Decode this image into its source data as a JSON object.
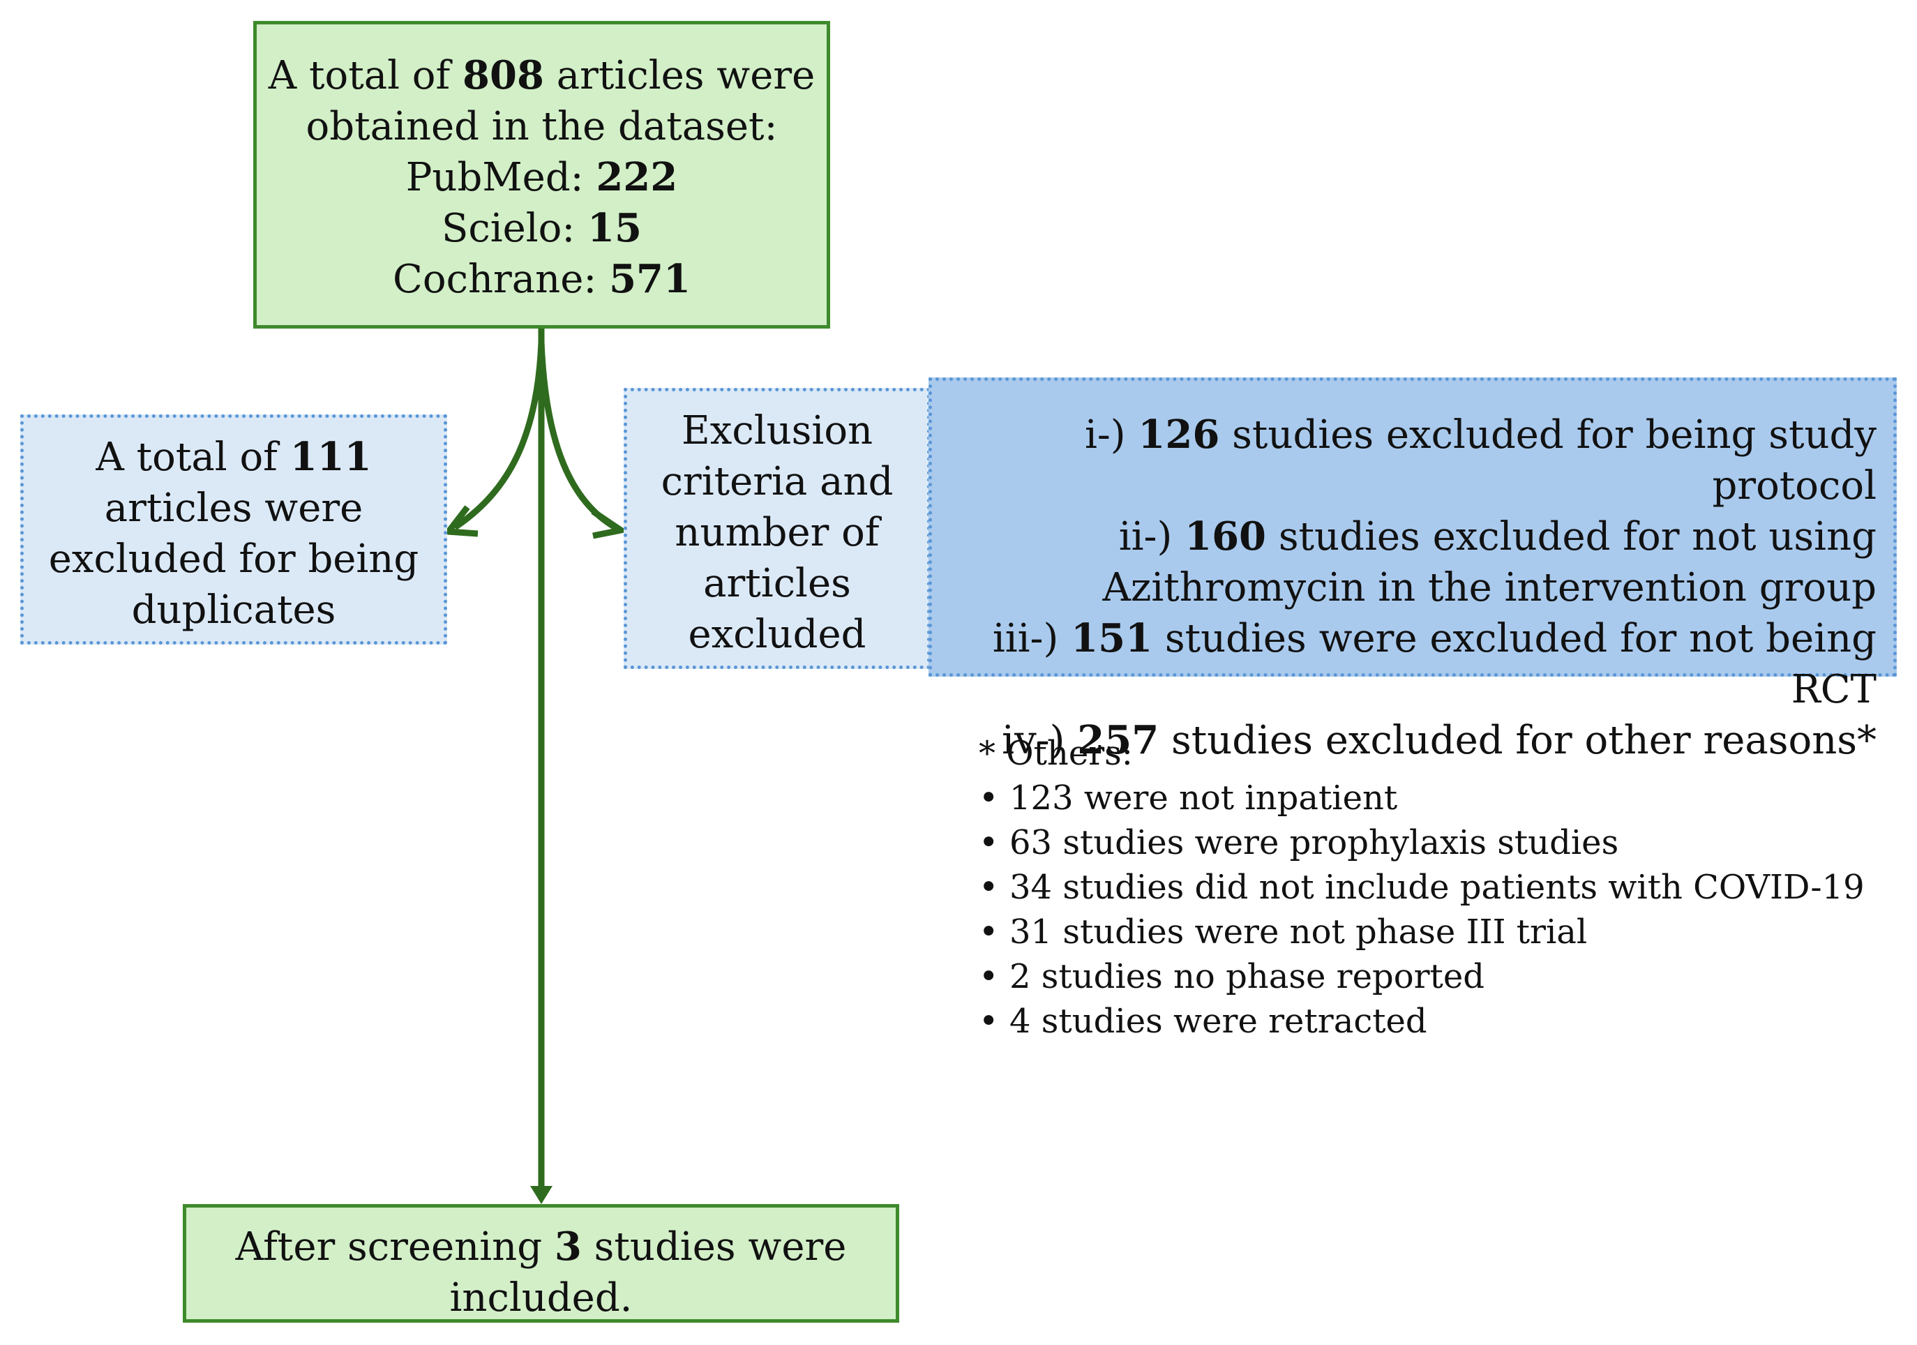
{
  "colors": {
    "arrow": "#2f6b1e",
    "green_fill": "#d2efc7",
    "green_border": "#3e8a2c",
    "light_blue_fill": "#dbe9f7",
    "blue_fill": "#a9caed",
    "blue_border": "#5a96d6"
  },
  "top_box": {
    "l1_pre": "A total of ",
    "l1_num": "808",
    "l1_post": " articles were",
    "l2": "obtained in the dataset:",
    "pubmed_label": "PubMed: ",
    "pubmed_num": "222",
    "scielo_label": "Scielo: ",
    "scielo_num": "15",
    "cochrane_label": "Cochrane: ",
    "cochrane_num": "571"
  },
  "duplicates_box": {
    "l1_pre": "A total of ",
    "l1_num": "111",
    "l2": "articles were",
    "l3": "excluded for being",
    "l4": "duplicates"
  },
  "criteria_box": {
    "lines": [
      "Exclusion",
      "criteria and",
      "number of",
      "articles",
      "excluded"
    ]
  },
  "reasons_box": {
    "r1_prefix": "i-) ",
    "r1_num": "126",
    "r1_text": " studies excluded for being study protocol",
    "r2_prefix": "ii-) ",
    "r2_num": "160",
    "r2_text": " studies excluded for not using",
    "r2_cont": "Azithromycin in the intervention group",
    "r3_prefix": "iii-) ",
    "r3_num": "151",
    "r3_text": " studies were excluded for not being RCT",
    "r4_prefix": "iv-) ",
    "r4_num": "257",
    "r4_text": " studies excluded for other reasons*"
  },
  "others_note": {
    "title": "* Others:",
    "bullet": "•",
    "items": [
      "123 were not inpatient",
      "63 studies were prophylaxis studies",
      "34 studies did not include patients with COVID-19",
      "31 studies were not phase III trial",
      "2 studies no phase reported",
      "4 studies were retracted"
    ]
  },
  "final_box": {
    "l1_pre": "After screening ",
    "l1_num": "3",
    "l1_post": " studies were",
    "l2": "included."
  }
}
